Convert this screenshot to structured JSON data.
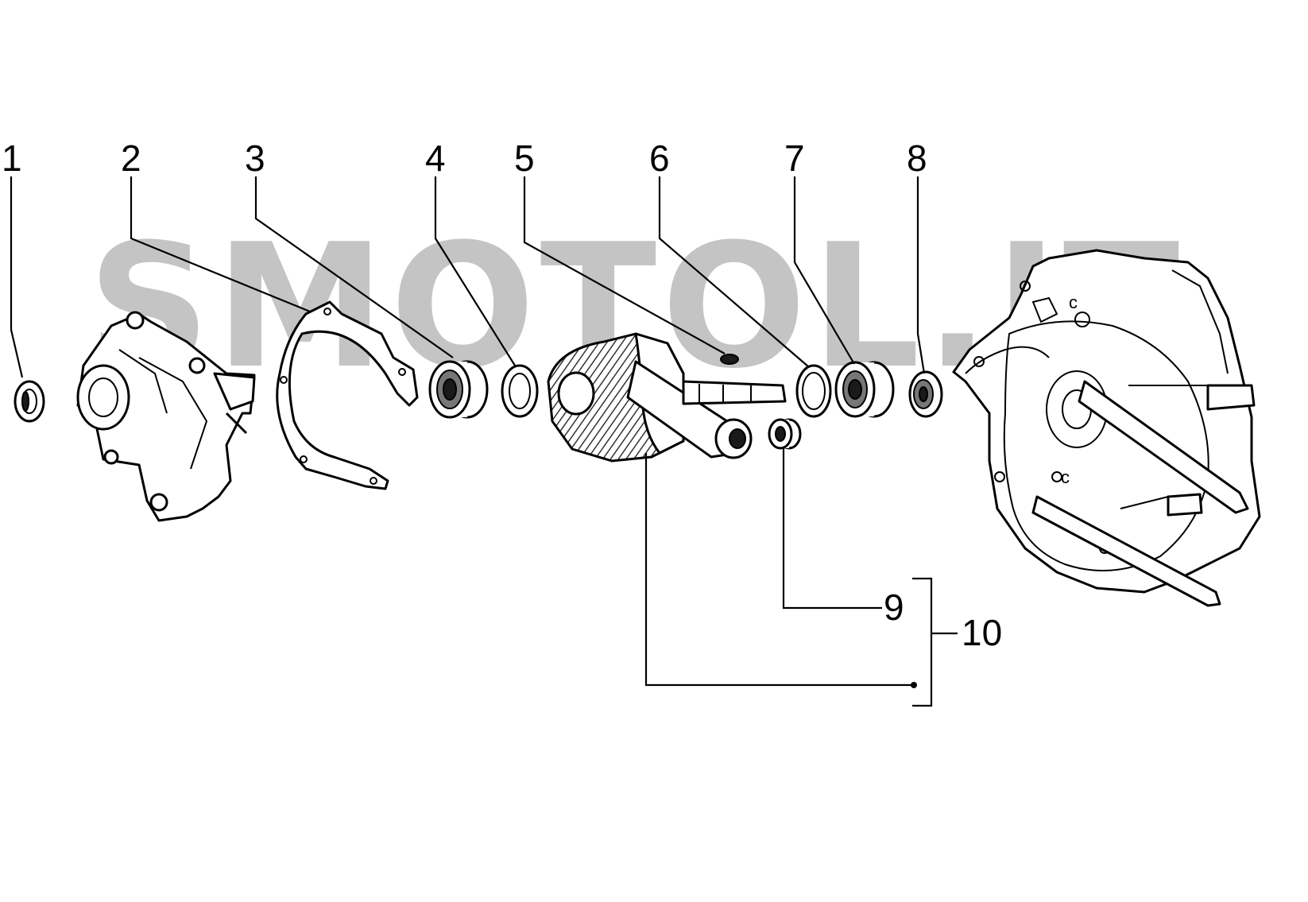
{
  "watermark": "SMOTOL.IT",
  "callouts": [
    {
      "number": "1",
      "part": "oil-seal-left"
    },
    {
      "number": "2",
      "part": "crankcase-half-left"
    },
    {
      "number": "3",
      "part": "gasket"
    },
    {
      "number": "4",
      "part": "bearing-left"
    },
    {
      "number": "5",
      "part": "crankshaft-key"
    },
    {
      "number": "6",
      "part": "shim-ring"
    },
    {
      "number": "7",
      "part": "bearing-right"
    },
    {
      "number": "8",
      "part": "oil-seal-right"
    },
    {
      "number": "9",
      "part": "small-end-bushing"
    },
    {
      "number": "10",
      "part": "crankshaft-assembly"
    }
  ],
  "colors": {
    "line": "#000000",
    "watermark": "#c4c4c4",
    "background": "#ffffff"
  }
}
